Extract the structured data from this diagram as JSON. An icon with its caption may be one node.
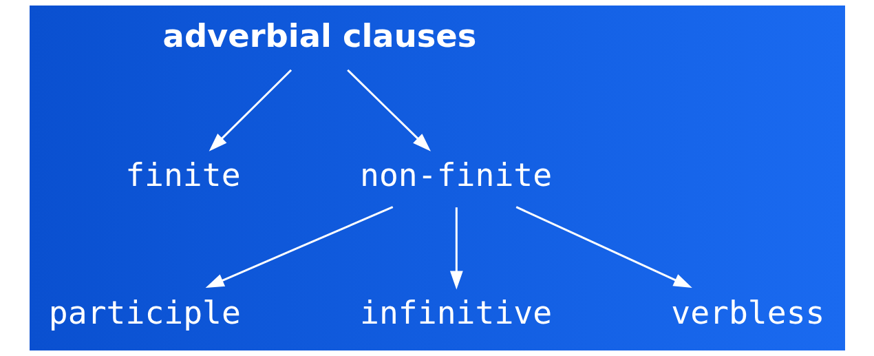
{
  "diagram": {
    "nodes": [
      {
        "text": [
          "adverbial clauses"
        ]
      },
      {
        "text": [
          "finite"
        ]
      },
      {
        "text": [
          "non-finite"
        ]
      },
      {
        "text": [
          "participle"
        ]
      },
      {
        "text": [
          "infinitive"
        ]
      },
      {
        "text": [
          "verbless"
        ]
      }
    ],
    "edges": [
      {
        "from": 0,
        "to": 1,
        "arrow": "to"
      },
      {
        "from": 0,
        "to": 2,
        "arrow": "to"
      },
      {
        "from": 2,
        "to": 3,
        "arrow": "to"
      },
      {
        "from": 2,
        "to": 4,
        "arrow": "to"
      },
      {
        "from": 2,
        "to": 5,
        "arrow": "to"
      }
    ]
  }
}
